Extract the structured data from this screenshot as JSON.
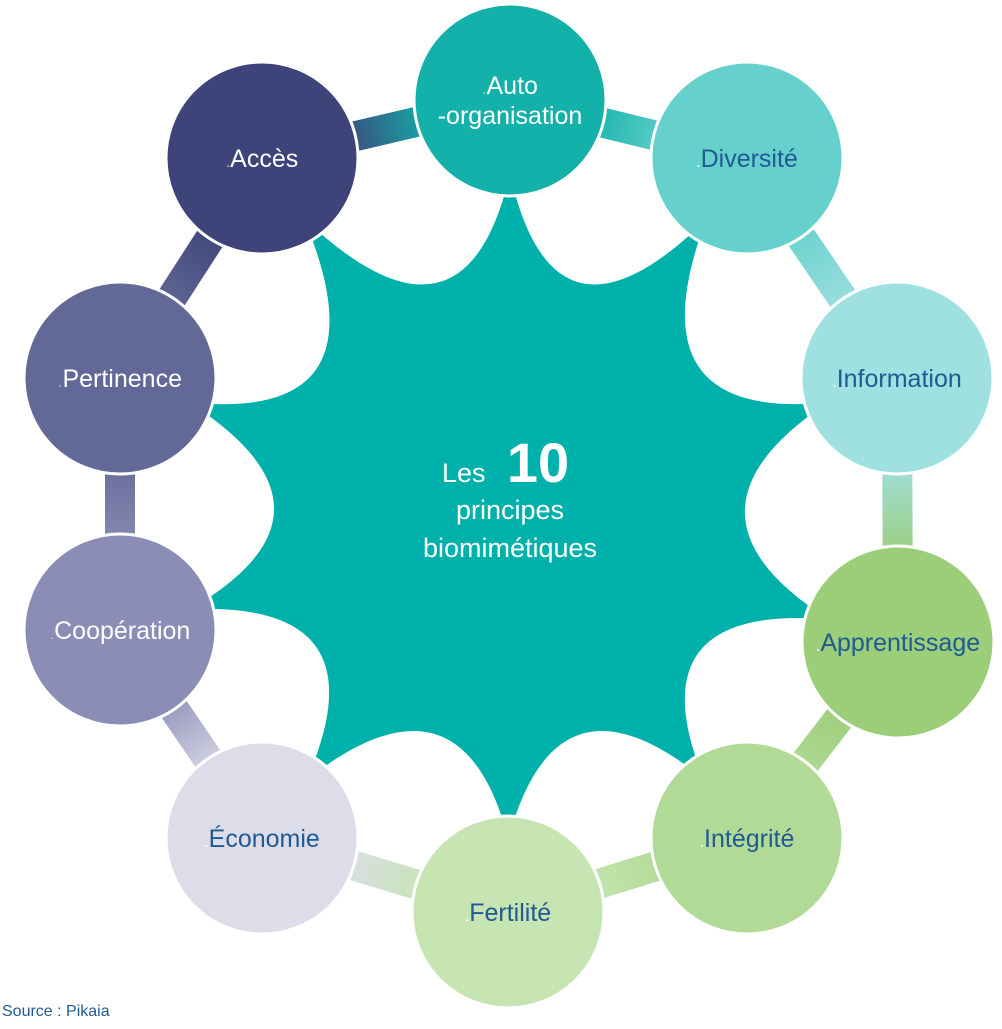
{
  "center": {
    "les": "Les",
    "number": "10",
    "line2": "principes",
    "line3": "biomimétiques",
    "color": "#00b0aa"
  },
  "principles": [
    {
      "label_lines": [
        "Auto",
        "-organisation"
      ],
      "color": "#13b1aa",
      "text_color": "#ffffff",
      "dot_color": "#a8d18d"
    },
    {
      "label_lines": [
        "Diversité"
      ],
      "color": "#66d0cc",
      "text_color": "#1f5a93",
      "dot_color": "#ffffff"
    },
    {
      "label_lines": [
        "Information"
      ],
      "color": "#9fe0e0",
      "text_color": "#1f5a93",
      "dot_color": "#ffffff"
    },
    {
      "label_lines": [
        "Apprentissage"
      ],
      "color": "#9ccd78",
      "text_color": "#1f5a93",
      "dot_color": "#ffffff"
    },
    {
      "label_lines": [
        "Intégrité"
      ],
      "color": "#b0da95",
      "text_color": "#1f5a93",
      "dot_color": "#ffffff"
    },
    {
      "label_lines": [
        "Fertilité"
      ],
      "color": "#c6e5b3",
      "text_color": "#1f5a93",
      "dot_color": "#ffffff"
    },
    {
      "label_lines": [
        "Économie"
      ],
      "color": "#dcdde9",
      "text_color": "#1f5a93",
      "dot_color": "#ffffff"
    },
    {
      "label_lines": [
        "Coopération"
      ],
      "color": "#8b8db6",
      "text_color": "#ffffff",
      "dot_color": "#a8d18d"
    },
    {
      "label_lines": [
        "Pertinence"
      ],
      "color": "#626996",
      "text_color": "#ffffff",
      "dot_color": "#a8d18d"
    },
    {
      "label_lines": [
        "Accès"
      ],
      "color": "#3e4379",
      "text_color": "#ffffff",
      "dot_color": "#a8d18d"
    }
  ],
  "source": "Source : Pikaia"
}
